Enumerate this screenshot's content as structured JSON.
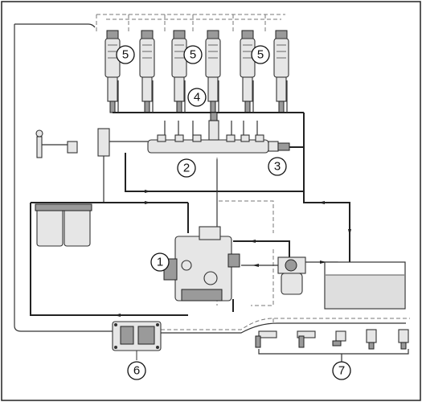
{
  "callouts": [
    {
      "id": "c1",
      "text": "1"
    },
    {
      "id": "c2",
      "text": "2"
    },
    {
      "id": "c3",
      "text": "3"
    },
    {
      "id": "c4",
      "text": "4"
    },
    {
      "id": "c5a",
      "text": "5"
    },
    {
      "id": "c5b",
      "text": "5"
    },
    {
      "id": "c5c",
      "text": "5"
    },
    {
      "id": "c6",
      "text": "6"
    },
    {
      "id": "c7",
      "text": "7"
    }
  ]
}
